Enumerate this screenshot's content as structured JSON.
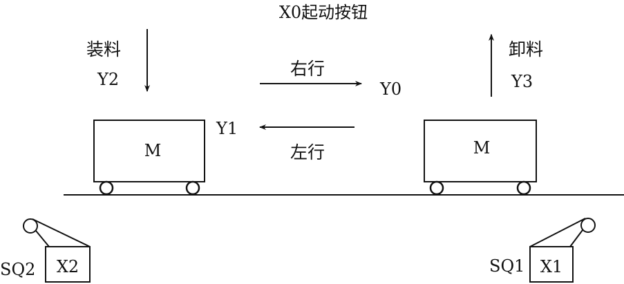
{
  "title": "X0起动按钮",
  "load": {
    "label": "装料",
    "output": "Y2"
  },
  "unload": {
    "label": "卸料",
    "output": "Y3"
  },
  "move_right": {
    "label": "右行",
    "output": "Y0"
  },
  "move_left": {
    "label": "左行",
    "output": "Y1"
  },
  "cart_left": {
    "label": "M"
  },
  "cart_right": {
    "label": "M"
  },
  "switch_left": {
    "name": "SQ2",
    "input": "X2"
  },
  "switch_right": {
    "name": "SQ1",
    "input": "X1"
  }
}
